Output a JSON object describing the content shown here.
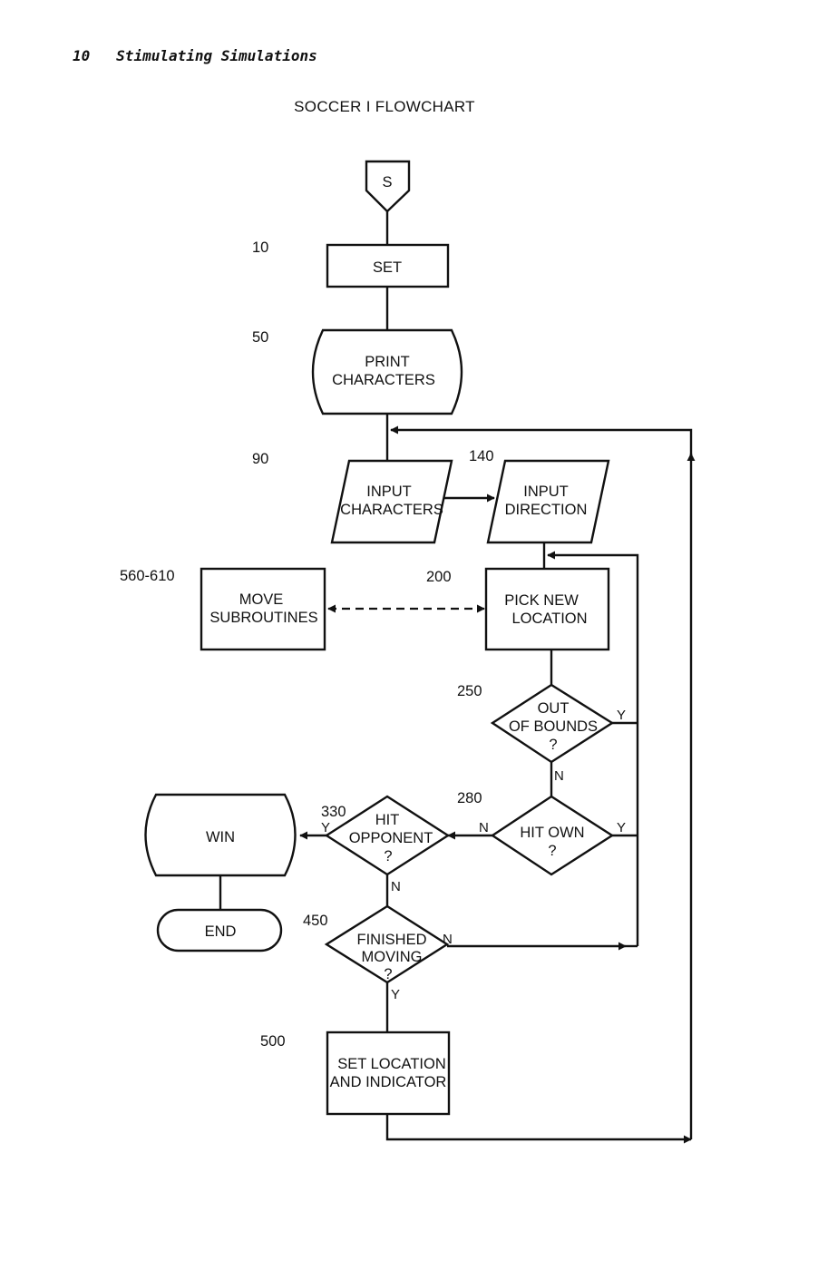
{
  "header": {
    "page_number": "10",
    "book_title": "Stimulating Simulations"
  },
  "title": "SOCCER I FLOWCHART",
  "nodes": {
    "start": {
      "lines": [
        "S"
      ]
    },
    "set": {
      "label": "10",
      "lines": [
        "SET"
      ]
    },
    "print": {
      "label": "50",
      "lines": [
        "PRINT",
        "CHARACTERS"
      ]
    },
    "input_chars": {
      "label": "90",
      "lines": [
        "INPUT",
        "CHARACTERS"
      ]
    },
    "input_dir": {
      "label": "140",
      "lines": [
        "INPUT",
        "DIRECTION"
      ]
    },
    "move_subs": {
      "label": "560-610",
      "lines": [
        "MOVE",
        "SUBROUTINES"
      ]
    },
    "pick": {
      "label": "200",
      "lines": [
        "PICK NEW",
        "LOCATION"
      ]
    },
    "out_bounds": {
      "label": "250",
      "lines": [
        "OUT",
        "OF BOUNDS",
        "?"
      ]
    },
    "hit_own": {
      "label": "280",
      "lines": [
        "HIT OWN",
        "?"
      ]
    },
    "hit_opp": {
      "label": "330",
      "lines": [
        "HIT",
        "OPPONENT",
        "?"
      ]
    },
    "win": {
      "lines": [
        "WIN"
      ]
    },
    "end": {
      "lines": [
        "END"
      ]
    },
    "finished": {
      "label": "450",
      "lines": [
        "FINISHED",
        "MOVING",
        "?"
      ]
    },
    "set_loc": {
      "label": "500",
      "lines": [
        "SET LOCATION",
        "AND INDICATOR"
      ]
    }
  },
  "branch_labels": {
    "out_bounds_yes": "Y",
    "out_bounds_no": "N",
    "hit_own_yes": "Y",
    "hit_own_no": "N",
    "hit_opp_yes": "Y",
    "hit_opp_no": "N",
    "finished_no": "N",
    "finished_yes": "Y"
  }
}
